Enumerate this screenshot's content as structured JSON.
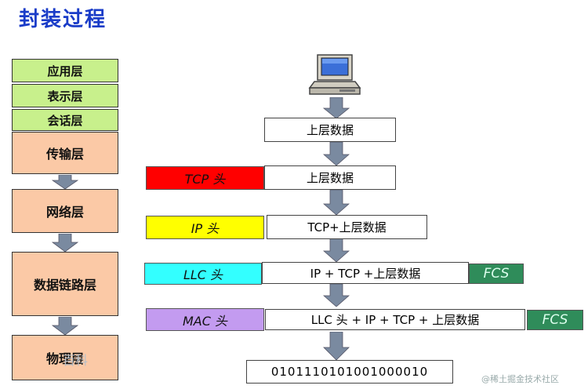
{
  "title": "封装过程",
  "layers": [
    {
      "label": "应用层"
    },
    {
      "label": "表示层"
    },
    {
      "label": "会话层"
    },
    {
      "label": "传输层"
    },
    {
      "label": "网络层"
    },
    {
      "label": "数据链路层"
    },
    {
      "label": "物理层"
    }
  ],
  "computer_icon": "computer-icon",
  "rows": [
    {
      "data": "上层数据"
    },
    {
      "head": "TCP 头",
      "head_color": "#ff0000",
      "data": "上层数据"
    },
    {
      "head": "IP 头",
      "head_color": "#ffff00",
      "data": "TCP+上层数据"
    },
    {
      "head": "LLC 头",
      "head_color": "#33ffff",
      "data": "IP + TCP +上层数据",
      "fcs": "FCS"
    },
    {
      "head": "MAC 头",
      "head_color": "#c39bf0",
      "data": "LLC 头 + IP + TCP + 上层数据",
      "fcs": "FCS"
    },
    {
      "data": "0101110101001000010"
    }
  ],
  "watermarks": {
    "left": "百科",
    "right": "@稀土掘金技术社区"
  }
}
